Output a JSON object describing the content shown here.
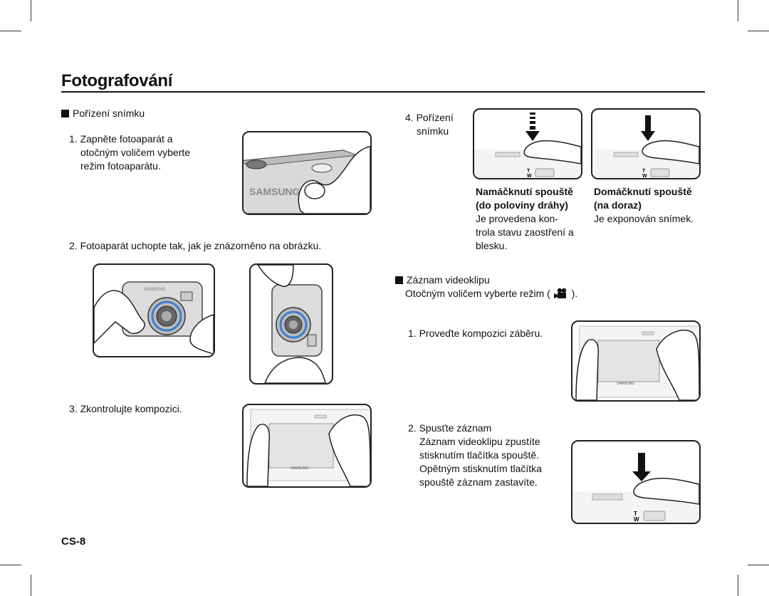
{
  "page": {
    "title": "Fotografování",
    "page_number": "CS-8"
  },
  "left": {
    "section_heading": "Pořízení snímku",
    "step1": [
      "1. Zapněte fotoaparát a",
      "otočným voličem vyberte",
      "režim fotoaparátu."
    ],
    "step2": "2. Fotoaparát uchopte tak, jak je znázorněno na obrázku.",
    "step3": "3. Zkontrolujte kompozici.",
    "brand": "SAMSUNG"
  },
  "right": {
    "step4": [
      "4. Pořízení",
      "snímku"
    ],
    "half_press": {
      "heading": [
        "Namáčknutí spouště",
        "(do poloviny dráhy)"
      ],
      "text": [
        "Je provedena kon-",
        "trola stavu zaostření a",
        "blesku."
      ]
    },
    "full_press": {
      "heading": [
        "Domáčknutí spouště",
        "(na doraz)"
      ],
      "text": [
        "Je exponován snímek."
      ]
    },
    "video_heading": "Záznam videoklipu",
    "video_select": [
      "Otočným voličem vyberte režim (",
      ")."
    ],
    "video_step1": "1. Proveďte kompozici záběru.",
    "video_step2": {
      "heading": "2. Spusťte záznam",
      "text": [
        "Záznam videoklipu zpustíte",
        "stisknutím tlačítka spouště.",
        "Opětným stisknutím tlačítka",
        "spouště záznam zastavíte."
      ]
    },
    "zoom_t": "T",
    "zoom_w": "W"
  },
  "icons": [
    "movie-camera-icon",
    "arrow-down-icon",
    "dashed-arrow-down-icon"
  ]
}
